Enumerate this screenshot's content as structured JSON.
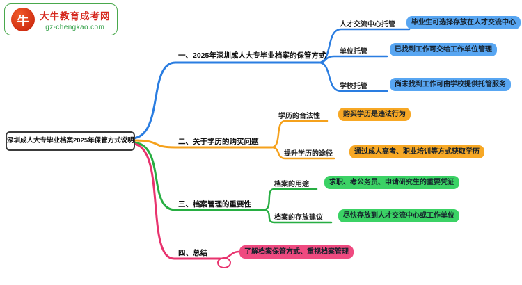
{
  "logo": {
    "icon_char": "牛",
    "site_name": "大牛教育成考网",
    "site_url": "gz-chengkao.com"
  },
  "root": {
    "label": "深圳成人大专毕业档案2025年保管方式说明"
  },
  "branches": [
    {
      "label": "一、2025年深圳成人大专毕业档案的保管方式",
      "color": "#2a7de1",
      "pill_color": "#58a6f2",
      "children": [
        {
          "label": "人才交流中心托管",
          "detail": "毕业生可选择存放在人才交流中心"
        },
        {
          "label": "单位托管",
          "detail": "已找到工作可交给工作单位管理"
        },
        {
          "label": "学校托管",
          "detail": "尚未找到工作可由学校提供托管服务"
        }
      ]
    },
    {
      "label": "二、关于学历的购买问题",
      "color": "#f5a11c",
      "pill_color": "#f7a825",
      "children": [
        {
          "label": "学历的合法性",
          "detail": "购买学历是违法行为"
        },
        {
          "label": "提升学历的途径",
          "detail": "通过成人高考、职业培训等方式获取学历"
        }
      ]
    },
    {
      "label": "三、档案管理的重要性",
      "color": "#27ae42",
      "pill_color": "#3bd265",
      "children": [
        {
          "label": "档案的用途",
          "detail": "求职、考公务员、申请研究生的重要凭证"
        },
        {
          "label": "档案的存放建议",
          "detail": "尽快存放到人才交流中心或工作单位"
        }
      ]
    },
    {
      "label": "四、总结",
      "color": "#e8336e",
      "pill_color": "#ef4a80",
      "children": [
        {
          "label": "",
          "detail": "了解档案保管方式、重视档案管理"
        }
      ]
    }
  ]
}
